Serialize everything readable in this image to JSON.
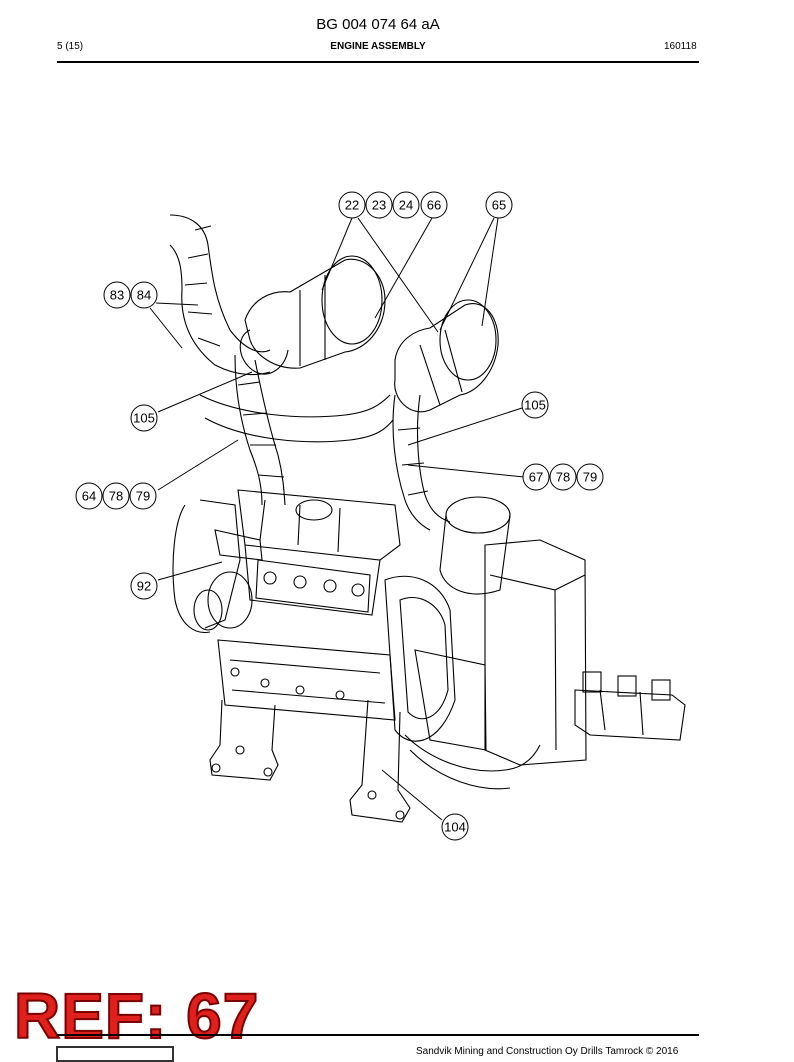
{
  "header": {
    "doc_number": "BG 004 074 64 aA",
    "page": "5 (15)",
    "section_title": "ENGINE ASSEMBLY",
    "date_code": "160118"
  },
  "callouts": [
    {
      "id": "c22",
      "text": "22"
    },
    {
      "id": "c23",
      "text": "23"
    },
    {
      "id": "c24",
      "text": "24"
    },
    {
      "id": "c66",
      "text": "66"
    },
    {
      "id": "c65",
      "text": "65"
    },
    {
      "id": "c83",
      "text": "83"
    },
    {
      "id": "c84",
      "text": "84"
    },
    {
      "id": "c105a",
      "text": "105"
    },
    {
      "id": "c105b",
      "text": "105"
    },
    {
      "id": "c67",
      "text": "67"
    },
    {
      "id": "c78a",
      "text": "78"
    },
    {
      "id": "c79a",
      "text": "79"
    },
    {
      "id": "c64",
      "text": "64"
    },
    {
      "id": "c78b",
      "text": "78"
    },
    {
      "id": "c79b",
      "text": "79"
    },
    {
      "id": "c92",
      "text": "92"
    },
    {
      "id": "c104",
      "text": "104"
    }
  ],
  "stamp": {
    "text": "REF: 67",
    "color": "#e0201c"
  },
  "footer": {
    "text": "Sandvik Mining and Construction Oy Drills Tamrock © 2016"
  }
}
